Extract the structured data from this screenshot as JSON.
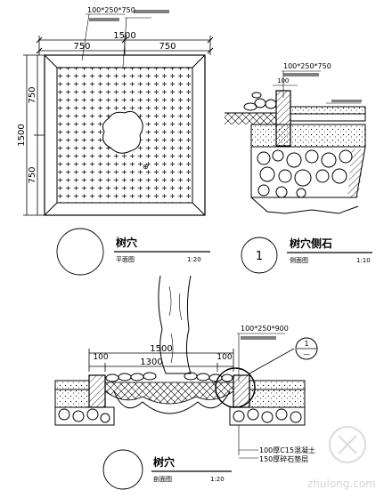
{
  "plan": {
    "spec_label": "100*250*750",
    "dim_total": "1500",
    "dim_left": "750",
    "dim_right": "750",
    "dim_v_top": "750",
    "dim_v_total": "1500",
    "dim_v_bottom": "750",
    "title": "树穴",
    "subtitle": "平面图",
    "scale": "1:20"
  },
  "side_detail": {
    "spec_label": "100*250*750",
    "dim_small": "100",
    "title": "树穴侧石",
    "subtitle": "侧面图",
    "scale": "1:10",
    "index_no": "1"
  },
  "section": {
    "spec_label": "100*250*900",
    "dim_total": "1500",
    "dim_inner": "1300",
    "dim_left": "100",
    "dim_right": "100",
    "callout_no": "1",
    "callout_sub": "—",
    "layer1": "100厚C15混凝土",
    "layer2": "150厚碎石垫层",
    "title": "树穴",
    "subtitle": "剖面图",
    "scale": "1:20"
  },
  "watermark": "zhulong.com"
}
